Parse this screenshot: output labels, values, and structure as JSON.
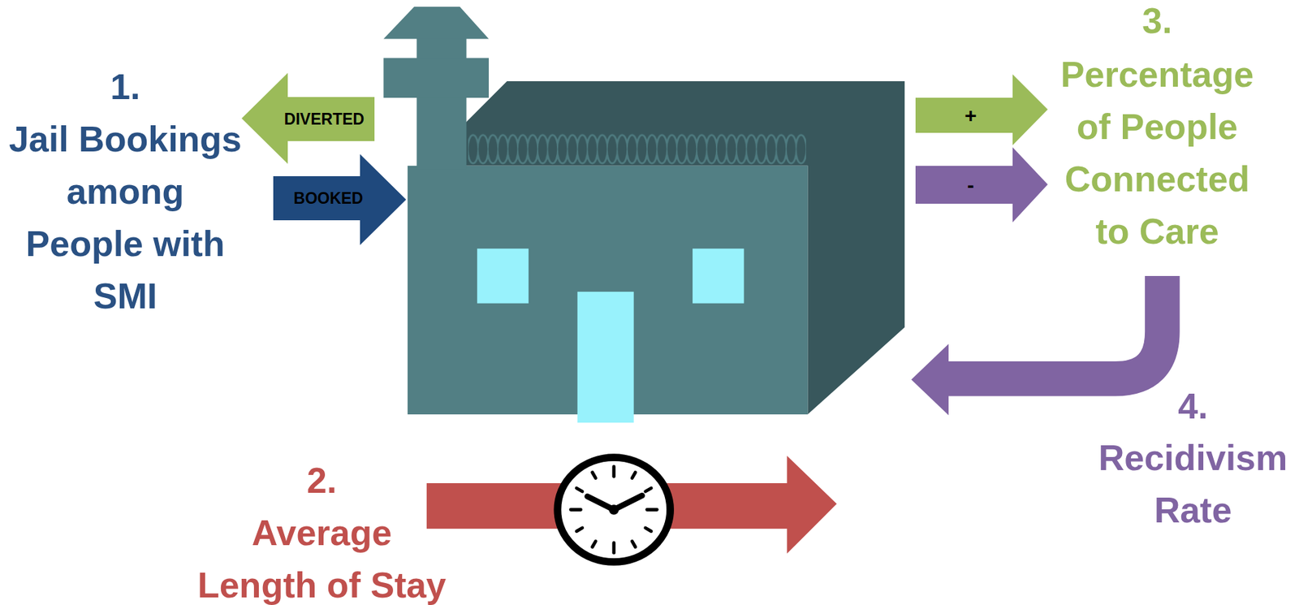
{
  "diagram": {
    "nodes": [
      {
        "text": [
          "DIVERTED"
        ]
      },
      {
        "text": [
          "BOOKED"
        ]
      },
      {
        "text": [
          "+"
        ]
      },
      {
        "text": [
          "-"
        ]
      }
    ],
    "labels": [
      "1.",
      "Jail Bookings among People with SMI",
      "2.",
      "Average Length of Stay",
      "3.",
      "Percentage of People Connected to Care",
      "4.",
      "Recidivism Rate"
    ]
  }
}
